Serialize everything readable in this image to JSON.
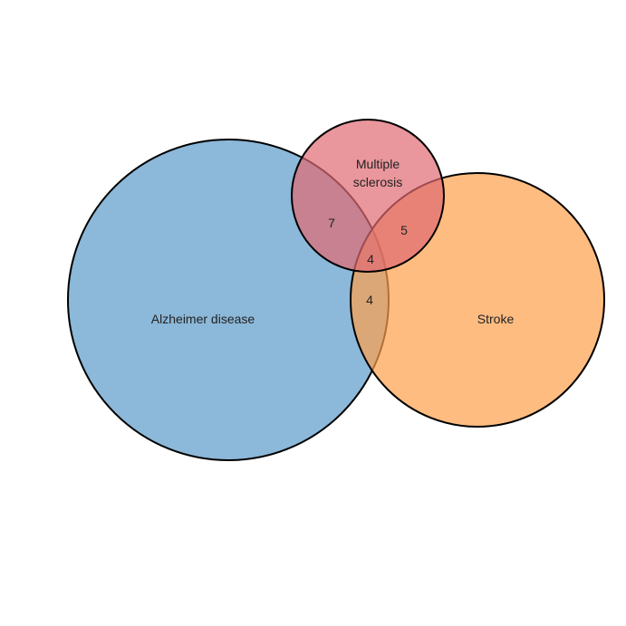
{
  "diagram": {
    "type": "venn",
    "sets": [
      {
        "id": "ms",
        "label_lines": [
          "Multiple",
          "sclerosis"
        ],
        "color": "#e06a72",
        "opacity": 0.7
      },
      {
        "id": "stroke",
        "label_lines": [
          "Stroke"
        ],
        "color": "#fe9f4b",
        "opacity": 0.7
      },
      {
        "id": "ad",
        "label_lines": [
          "Alzheimer disease"
        ],
        "color": "#5b9ac9",
        "opacity": 0.7
      }
    ],
    "regions": [
      {
        "id": "ad-ms",
        "sets": [
          "ad",
          "ms"
        ],
        "count": "7"
      },
      {
        "id": "ms-stroke",
        "sets": [
          "ms",
          "stroke"
        ],
        "count": "5"
      },
      {
        "id": "all-three",
        "sets": [
          "ad",
          "ms",
          "stroke"
        ],
        "count": "4"
      },
      {
        "id": "ad-stroke",
        "sets": [
          "ad",
          "stroke"
        ],
        "count": "4"
      }
    ]
  }
}
